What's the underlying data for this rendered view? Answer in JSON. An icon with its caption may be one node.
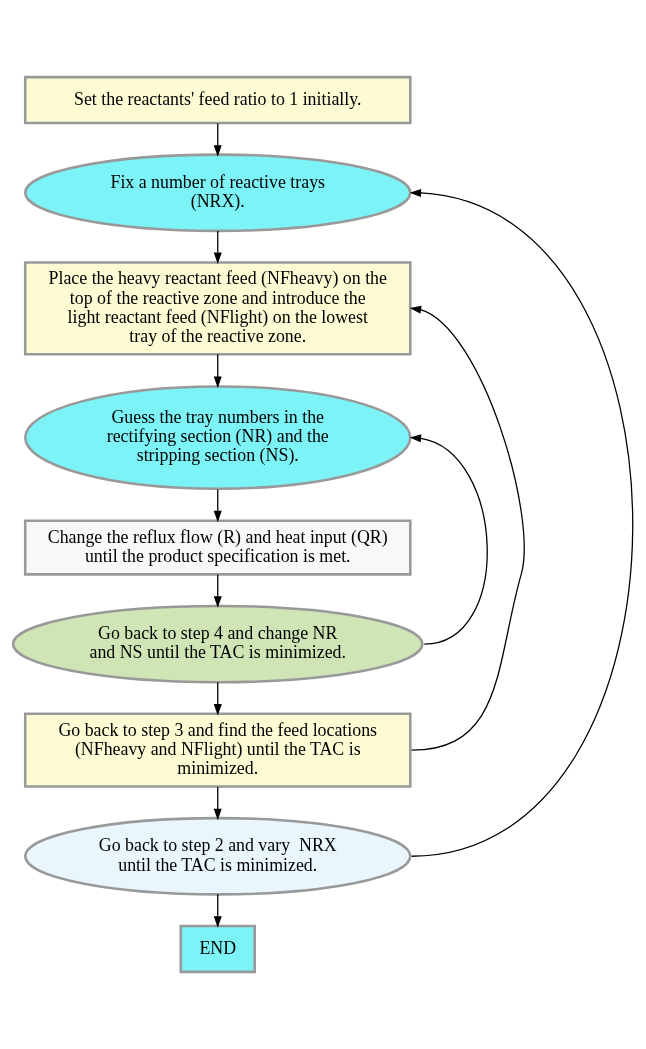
{
  "diagram": {
    "nodes": [
      {
        "text": [
          "Set the reactants' feed ratio to 1 initially."
        ]
      },
      {
        "text": [
          "Fix a number of reactive trays (NRX)."
        ]
      },
      {
        "text": [
          "Place the heavy reactant feed (NFheavy) on the top of the reactive zone and introduce the light reactant feed (NFlight) on the lowest tray of the reactive zone."
        ]
      },
      {
        "text": [
          "Guess the tray numbers in the rectifying section (NR) and the stripping section (NS)."
        ]
      },
      {
        "text": [
          "Change the reflux flow (R) and heat input (QR) until the product specification is met."
        ]
      },
      {
        "text": [
          "Go back to step 4 and change NR and NS until the TAC is minimized."
        ]
      },
      {
        "text": [
          "Go back to step 3 and find the feed locations (NFheavy and NFlight) until the TAC is minimized."
        ]
      },
      {
        "text": [
          "Go back to step 2 and vary  NRX until the TAC is minimized."
        ]
      },
      {
        "text": [
          "END"
        ]
      }
    ],
    "edges": [
      {
        "from": 0,
        "to": 1,
        "arrow": "to"
      },
      {
        "from": 1,
        "to": 2,
        "arrow": "to"
      },
      {
        "from": 2,
        "to": 3,
        "arrow": "to"
      },
      {
        "from": 3,
        "to": 4,
        "arrow": "to"
      },
      {
        "from": 4,
        "to": 5,
        "arrow": "to"
      },
      {
        "from": 5,
        "to": 6,
        "arrow": "to"
      },
      {
        "from": 6,
        "to": 7,
        "arrow": "to"
      },
      {
        "from": 7,
        "to": 8,
        "arrow": "to"
      },
      {
        "from": 5,
        "to": 3,
        "arrow": "to"
      },
      {
        "from": 6,
        "to": 2,
        "arrow": "to"
      },
      {
        "from": 7,
        "to": 1,
        "arrow": "to"
      }
    ]
  }
}
